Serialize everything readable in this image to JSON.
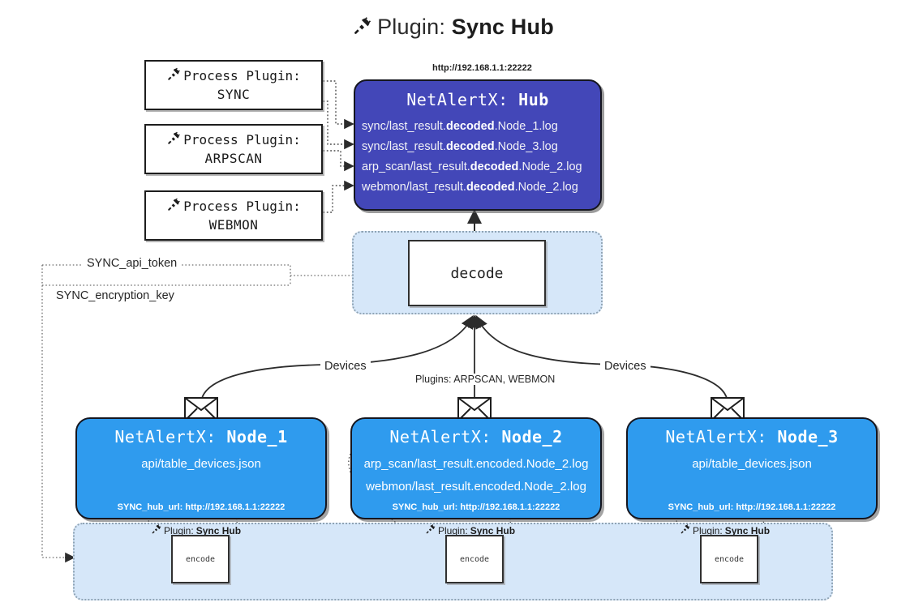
{
  "title": {
    "icon": "plug-icon",
    "prefix": "Plugin:",
    "name": "Sync Hub"
  },
  "colors": {
    "hub": "#4347b8",
    "node": "#2f9bee",
    "zone": "#d6e7f9",
    "zone_border": "#8fa3b4",
    "stroke": "#15161f"
  },
  "process_plugins": [
    {
      "label": "Process Plugin:",
      "name": "SYNC",
      "icon": "plug-icon"
    },
    {
      "label": "Process Plugin:",
      "name": "ARPSCAN",
      "icon": "plug-icon"
    },
    {
      "label": "Process Plugin:",
      "name": "WEBMON",
      "icon": "plug-icon"
    }
  ],
  "hub": {
    "url": "http://192.168.1.1:22222",
    "title_prefix": "NetAlertX:",
    "title_name": "Hub",
    "logs": [
      {
        "pre": "sync/last_result.",
        "em": "decoded",
        "post": ".Node_1.log"
      },
      {
        "pre": "sync/last_result.",
        "em": "decoded",
        "post": ".Node_3.log"
      },
      {
        "pre": "arp_scan/last_result.",
        "em": "decoded",
        "post": ".Node_2.log"
      },
      {
        "pre": "webmon/last_result.",
        "em": "decoded",
        "post": ".Node_2.log"
      }
    ]
  },
  "decode": {
    "label": "decode"
  },
  "secrets": [
    {
      "label": "SYNC_api_token"
    },
    {
      "label": "SYNC_encryption_key"
    }
  ],
  "wire_labels": {
    "devices_left": "Devices",
    "devices_right": "Devices",
    "plugins_center": "Plugins: ARPSCAN, WEBMON"
  },
  "nodes": [
    {
      "title_prefix": "NetAlertX:",
      "title_name": "Node_1",
      "lines": [
        "api/table_devices.json"
      ],
      "foot": "SYNC_hub_url: http://192.168.1.1:22222",
      "icon": "envelope-icon"
    },
    {
      "title_prefix": "NetAlertX:",
      "title_name": "Node_2",
      "lines": [
        "arp_scan/last_result.encoded.Node_2.log",
        "webmon/last_result.encoded.Node_2.log"
      ],
      "foot": "SYNC_hub_url: http://192.168.1.1:22222",
      "icon": "envelope-icon"
    },
    {
      "title_prefix": "NetAlertX:",
      "title_name": "Node_3",
      "lines": [
        "api/table_devices.json"
      ],
      "foot": "SYNC_hub_url: http://192.168.1.1:22222",
      "icon": "envelope-icon"
    }
  ],
  "encoders": [
    {
      "caption_prefix": "Plugin:",
      "caption_name": "Sync Hub",
      "label": "encode",
      "icon": "plug-icon"
    },
    {
      "caption_prefix": "Plugin:",
      "caption_name": "Sync Hub",
      "label": "encode",
      "icon": "plug-icon"
    },
    {
      "caption_prefix": "Plugin:",
      "caption_name": "Sync Hub",
      "label": "encode",
      "icon": "plug-icon"
    }
  ]
}
